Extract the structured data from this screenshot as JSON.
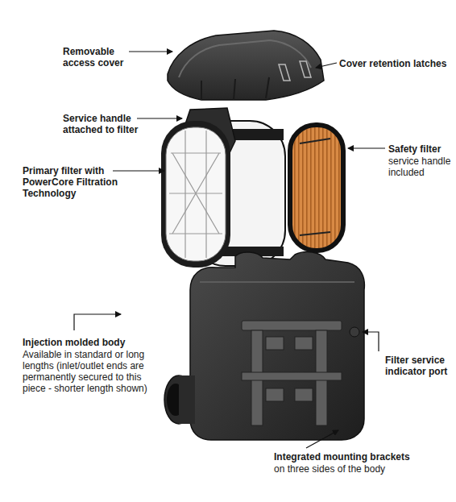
{
  "diagram": {
    "labels": [
      "Removable access cover",
      "Cover retention latches",
      "Service handle attached to filter",
      "Safety filter",
      "service handle included",
      "Primary filter with PowerCore Filtration Technology",
      "Injection molded body",
      "Available in standard or long lengths (inlet/outlet ends are permanently secured to this piece - shorter length shown)",
      "Filter service indicator port",
      "Integrated mounting brackets",
      "on three sides of the body"
    ]
  }
}
